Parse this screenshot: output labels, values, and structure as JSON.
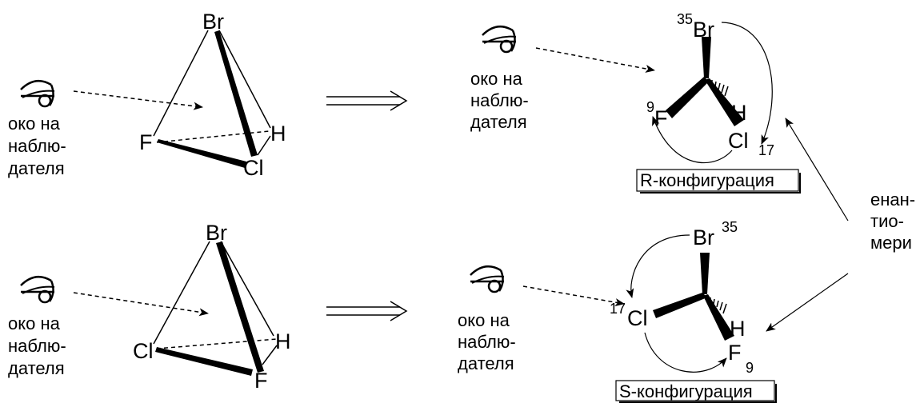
{
  "eye_caption": [
    "око на",
    "наблю-",
    "дателя"
  ],
  "atoms": {
    "br": "Br",
    "f": "F",
    "h": "H",
    "cl": "Cl"
  },
  "isotopes": {
    "br": "35",
    "f": "9",
    "cl": "17"
  },
  "configs": {
    "r": "R-конфигурация",
    "s": "S-конфигурация"
  },
  "enantiomers": [
    "енан-",
    "тио-",
    "мери"
  ]
}
